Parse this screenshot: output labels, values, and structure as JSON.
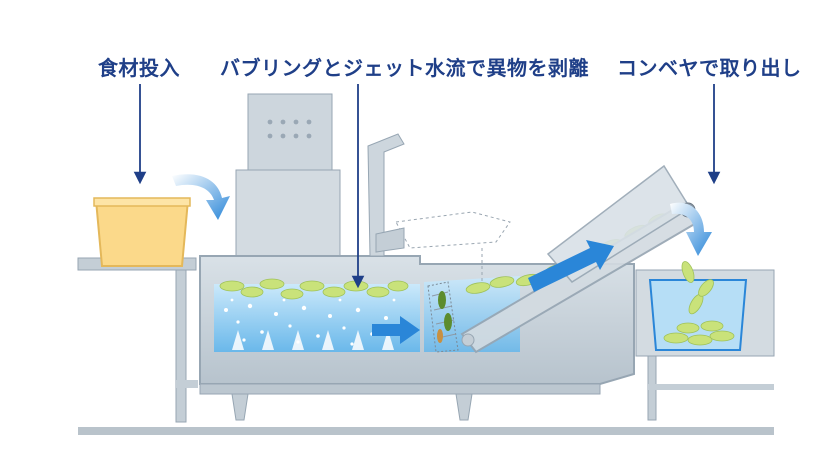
{
  "labels": {
    "input": "食材投入",
    "wash": "バブリングとジェット水流で異物を剥離",
    "output": "コンベヤで取り出し"
  },
  "colors": {
    "label_text": "#1f3f88",
    "pointer_line": "#1f3f88",
    "flow_arrow": "#2a86d8",
    "machine_body": "#c8d2da",
    "machine_edge": "#97a6b3",
    "water": "#8ccaf0",
    "vegetable": "#c9e27a",
    "bin": "#fbd98a"
  },
  "icons": {
    "pointer": "down-arrow-icon",
    "flow": "curved-arrow-icon"
  }
}
